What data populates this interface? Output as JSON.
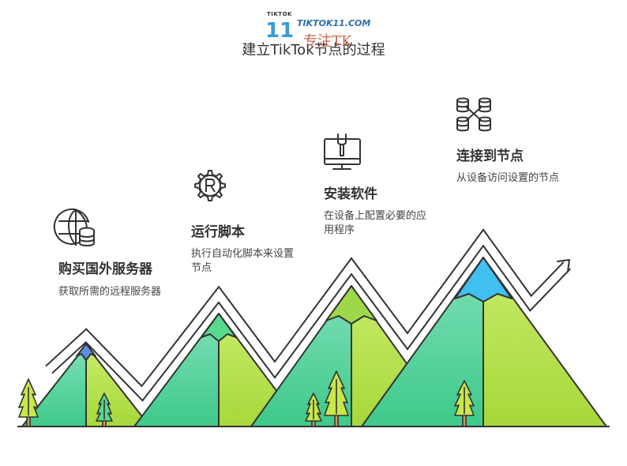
{
  "title": "建立TikTok节点的过程",
  "watermark": {
    "brand": "TIKTOK",
    "number": "11",
    "site": "TIKTOK11.COM",
    "chinese": "专注TK"
  },
  "steps": [
    {
      "title": "购买国外服务器",
      "description": "获取所需的远程服务器",
      "icon": "globe-database-icon"
    },
    {
      "title": "运行脚本",
      "description": "执行自动化脚本来设置节点",
      "icon": "registered-gear-icon"
    },
    {
      "title": "安装软件",
      "description": "在设备上配置必要的应用程序",
      "icon": "monitor-wrench-icon"
    },
    {
      "title": "连接到节点",
      "description": "从设备访问设置的节点",
      "icon": "network-databases-icon"
    }
  ],
  "colors": {
    "mountain_dark": "#3ec98a",
    "mountain_light": "#a6d83a",
    "peak_snow_1": "#5b8fe0",
    "peak_snow_2": "#58d98c",
    "peak_snow_3": "#9ed84a",
    "peak_snow_4": "#3fc0f0",
    "outline": "#333333"
  }
}
